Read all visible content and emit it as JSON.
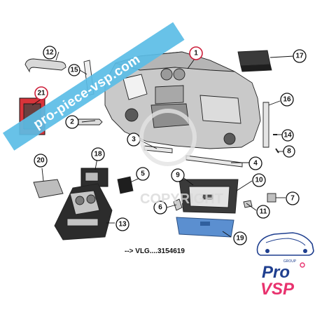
{
  "watermark": {
    "banner_text": "pro-piece-vsp.com",
    "center_text": "COPYRIGHT",
    "banner_color": "#5bbde6"
  },
  "reference": {
    "text": "--> VLG....3154619"
  },
  "callouts": [
    {
      "id": "1",
      "highlight": true
    },
    {
      "id": "2"
    },
    {
      "id": "3"
    },
    {
      "id": "4"
    },
    {
      "id": "5"
    },
    {
      "id": "6"
    },
    {
      "id": "7"
    },
    {
      "id": "8"
    },
    {
      "id": "9"
    },
    {
      "id": "10"
    },
    {
      "id": "11"
    },
    {
      "id": "12"
    },
    {
      "id": "13"
    },
    {
      "id": "14"
    },
    {
      "id": "15"
    },
    {
      "id": "16"
    },
    {
      "id": "17"
    },
    {
      "id": "18"
    },
    {
      "id": "19"
    },
    {
      "id": "20"
    },
    {
      "id": "21",
      "highlight": true
    }
  ],
  "logo": {
    "line1": "Pro",
    "line2": "VSP",
    "tagline": "GROUP",
    "primary_color": "#1f3f8f",
    "accent_color": "#e8326e"
  }
}
